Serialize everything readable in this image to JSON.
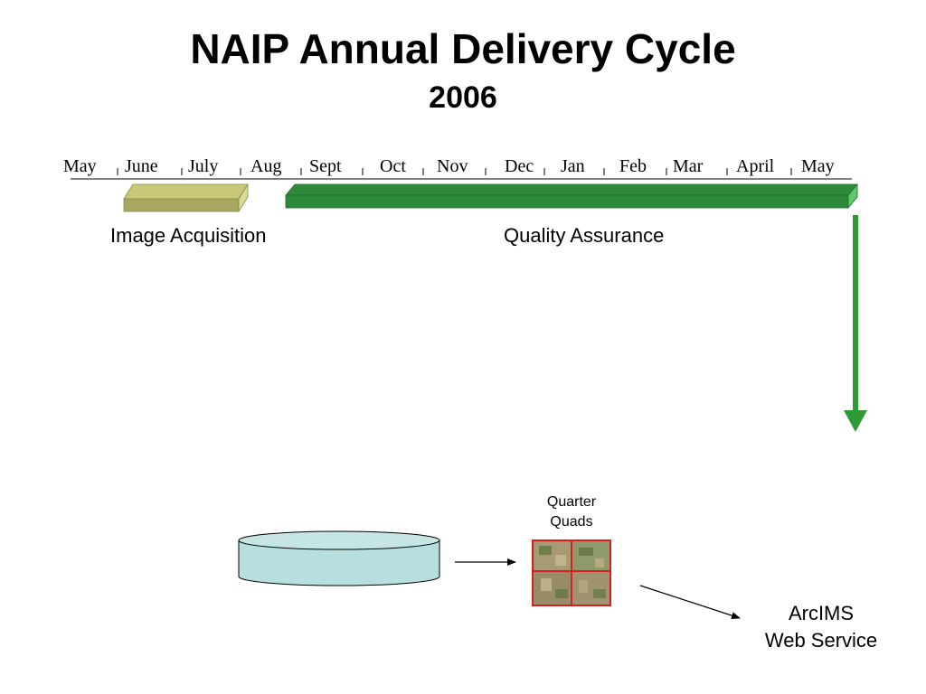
{
  "title": "NAIP Annual Delivery Cycle",
  "subtitle": "2006",
  "timeline": {
    "months": [
      "May",
      "June",
      "July",
      "Aug",
      "Sept",
      "Oct",
      "Nov",
      "Dec",
      "Jan",
      "Feb",
      "Mar",
      "April",
      "May"
    ]
  },
  "phases": {
    "acquisition": "Image Acquisition",
    "quality": "Quality Assurance"
  },
  "products": {
    "quads_line1": "Quarter",
    "quads_line2": "Quads",
    "service_line1": "ArcIMS",
    "service_line2": "Web Service"
  },
  "colors": {
    "acquisition_bar": "#a8a860",
    "quality_bar": "#2a8a3a",
    "arrow": "#2e9a35",
    "database": "#b8dfe0"
  }
}
